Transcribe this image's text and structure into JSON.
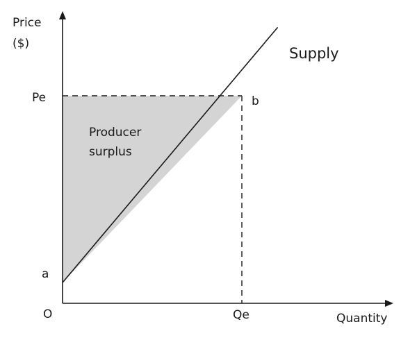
{
  "chart_data": {
    "type": "line",
    "ylabel_lines": [
      "Price",
      "($)"
    ],
    "xlabel": "Quantity",
    "x_tick_labels": {
      "origin": "O",
      "equilibrium": "Qe"
    },
    "y_tick_labels": {
      "equilibrium": "Pe",
      "intercept": "a"
    },
    "series": [
      {
        "name": "Supply",
        "points": [
          [
            0,
            0.1
          ],
          [
            1.2,
            1.33
          ]
        ]
      }
    ],
    "equilibrium": {
      "quantity": 1.0,
      "price": 1.0,
      "label": "b"
    },
    "shaded_region": {
      "label_lines": [
        "Producer",
        "surplus"
      ],
      "fill": "#d4d4d4"
    },
    "xlim": [
      0,
      1.8
    ],
    "ylim": [
      0,
      1.45
    ],
    "grid": false,
    "colors": {
      "line": "#1a1a1a",
      "shade": "#d4d4d4",
      "text": "#1a1a1a"
    }
  }
}
